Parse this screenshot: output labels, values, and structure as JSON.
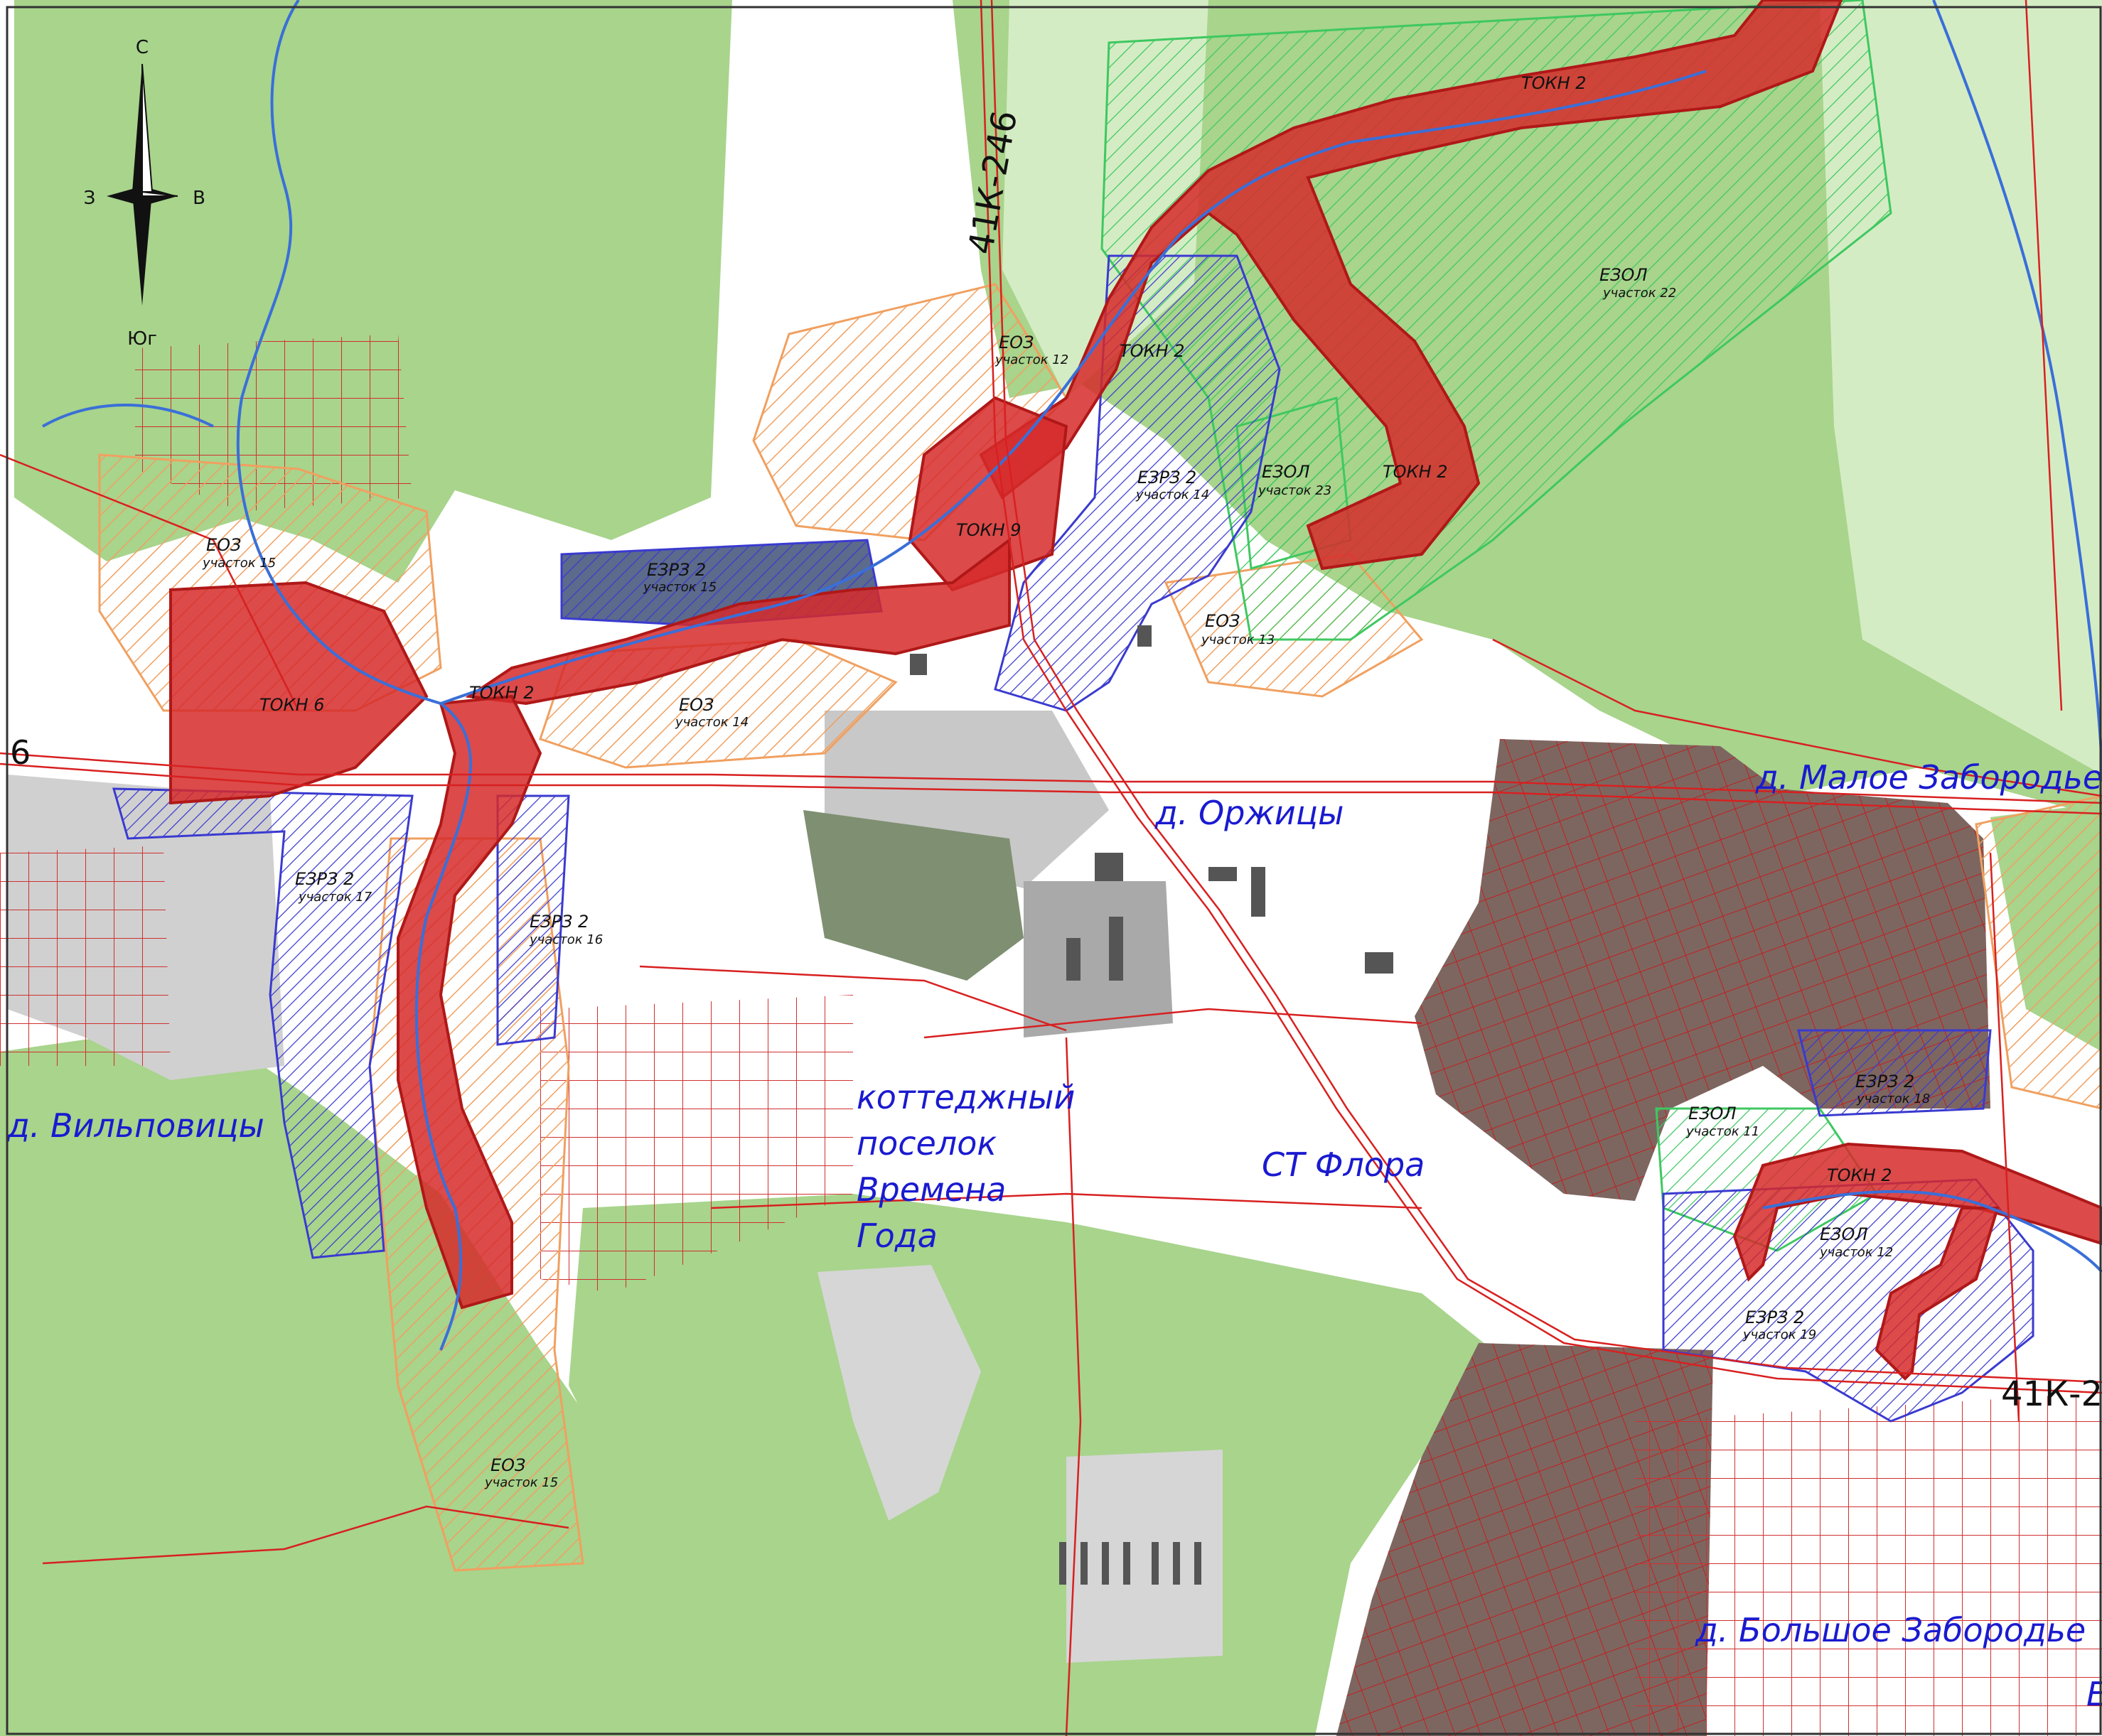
{
  "compass": {
    "north": "С",
    "south": "Юг",
    "west": "З",
    "east": "В"
  },
  "roads": {
    "r1": "41К-246",
    "r2": "41К-2"
  },
  "edge_fragment": "6",
  "places": {
    "malo": "д. Малое Забородье",
    "orzh": "д. Оржицы",
    "vilp": "д. Вильповицы",
    "flora": "СТ Флора",
    "bolsh": "д. Большое Забородье",
    "kott1": "коттеджный",
    "kott2": "поселок",
    "kott3": "Времена",
    "kott4": "Года",
    "edge_e": "Е"
  },
  "zones": [
    {
      "code": "ТОКН 2",
      "sub": ""
    },
    {
      "code": "ЕЗОЛ",
      "sub": "участок 22"
    },
    {
      "code": "ЕОЗ",
      "sub": "участок 12"
    },
    {
      "code": "ТОКН 2",
      "sub": ""
    },
    {
      "code": "ЕЗРЗ 2",
      "sub": "участок 14"
    },
    {
      "code": "ЕЗОЛ",
      "sub": "участок 23"
    },
    {
      "code": "ТОКН 2",
      "sub": ""
    },
    {
      "code": "ТОКН 9",
      "sub": ""
    },
    {
      "code": "ЕОЗ",
      "sub": "участок 15"
    },
    {
      "code": "ЕЗРЗ 2",
      "sub": "участок 15"
    },
    {
      "code": "ЕОЗ",
      "sub": "участок 13"
    },
    {
      "code": "ТОКН 6",
      "sub": ""
    },
    {
      "code": "ТОКН 2",
      "sub": ""
    },
    {
      "code": "ЕОЗ",
      "sub": "участок 14"
    },
    {
      "code": "ЕЗРЗ 2",
      "sub": "участок 17"
    },
    {
      "code": "ЕЗРЗ 2",
      "sub": "участок 16"
    },
    {
      "code": "ЕЗРЗ 2",
      "sub": "участок 18"
    },
    {
      "code": "ЕЗОЛ",
      "sub": "участок 11"
    },
    {
      "code": "ТОКН 2",
      "sub": ""
    },
    {
      "code": "ЕЗОЛ",
      "sub": "участок 12"
    },
    {
      "code": "ЕЗРЗ 2",
      "sub": "участок 19"
    },
    {
      "code": "ЕОЗ",
      "sub": "участок 15"
    }
  ]
}
